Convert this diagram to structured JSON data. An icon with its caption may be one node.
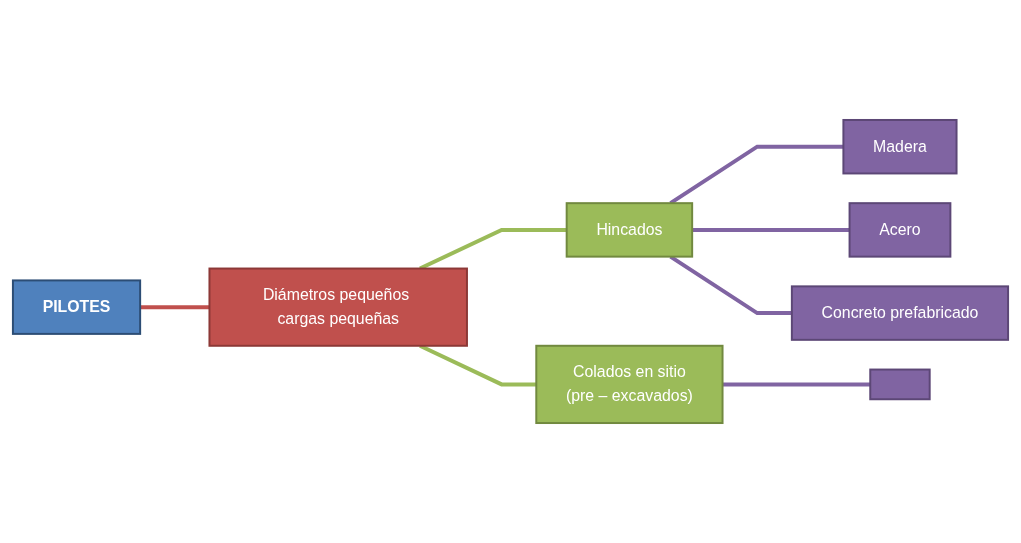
{
  "diagram": {
    "nodes": [
      {
        "text": [
          "PILOTES"
        ]
      },
      {
        "text": [
          "Diámetros pequeños cargas pequeñas"
        ]
      },
      {
        "text": [
          "Hincados"
        ]
      },
      {
        "text": [
          "Colados en sitio",
          "(pre – excavados)"
        ]
      },
      {
        "text": [
          "Madera"
        ]
      },
      {
        "text": [
          "Acero"
        ]
      },
      {
        "text": [
          "Concreto prefabricado"
        ]
      },
      {
        "text": [],
        "shape": "box"
      }
    ],
    "edges": [
      {
        "from": 0,
        "to": 1,
        "arrow": "none",
        "color": "#c0504d"
      },
      {
        "from": 1,
        "to": 2,
        "arrow": "none",
        "color": "#9bbb59"
      },
      {
        "from": 1,
        "to": 3,
        "arrow": "none",
        "color": "#9bbb59"
      },
      {
        "from": 2,
        "to": 4,
        "arrow": "none",
        "color": "#8064a2"
      },
      {
        "from": 2,
        "to": 5,
        "arrow": "none",
        "color": "#8064a2"
      },
      {
        "from": 2,
        "to": 6,
        "arrow": "none",
        "color": "#8064a2"
      },
      {
        "from": 3,
        "to": 7,
        "arrow": "none",
        "color": "#8064a2"
      }
    ]
  }
}
